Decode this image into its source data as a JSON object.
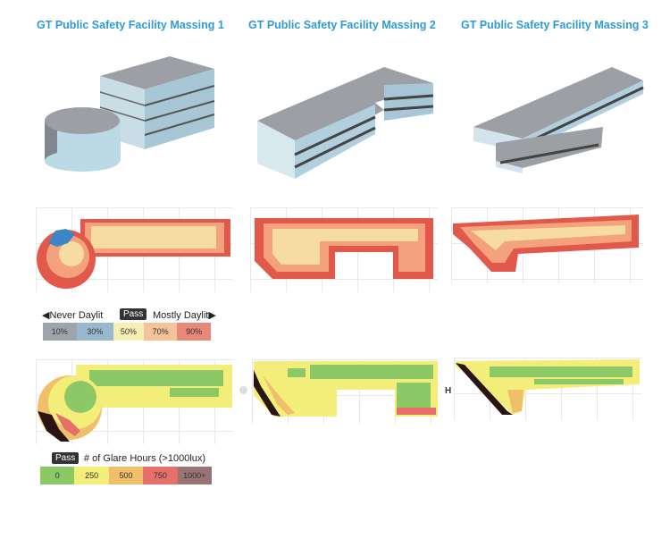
{
  "titles": [
    "GT Public Safety Facility Massing 1",
    "GT Public Safety Facility Massing 2",
    "GT Public Safety Facility Massing 3"
  ],
  "daylight_legend": {
    "left_label": "◀Never Daylit",
    "pass_label": "Pass",
    "right_label": "Mostly Daylit▶",
    "steps": [
      {
        "label": "10%",
        "color": "#9da4ab"
      },
      {
        "label": "30%",
        "color": "#9ab8cd"
      },
      {
        "label": "50%",
        "color": "#f6efb5"
      },
      {
        "label": "70%",
        "color": "#f5c39a"
      },
      {
        "label": "90%",
        "color": "#e98878"
      }
    ]
  },
  "glare_legend": {
    "pass_label": "Pass",
    "title": "# of Glare Hours (>1000lux)",
    "steps": [
      {
        "label": "0",
        "color": "#8cc866"
      },
      {
        "label": "250",
        "color": "#f3ee7a"
      },
      {
        "label": "500",
        "color": "#f0bf6a"
      },
      {
        "label": "750",
        "color": "#e76f6a"
      },
      {
        "label": "1000+",
        "color": "#9a7474"
      }
    ]
  },
  "marker_h": "H",
  "colors": {
    "title": "#2e9bd4",
    "roof": "#9ca0a4",
    "glass": "#bcd9e6",
    "glare_green": "#8cc866",
    "glare_yellow": "#f3ee7a",
    "daylight_red": "#e2584a"
  }
}
